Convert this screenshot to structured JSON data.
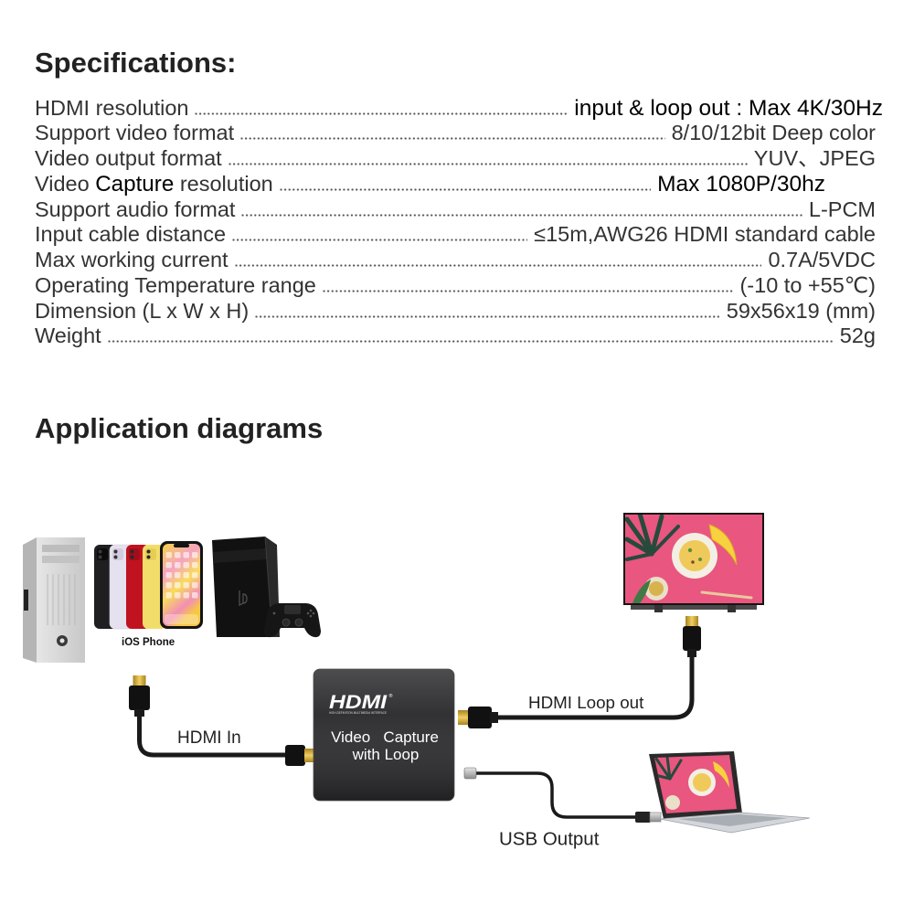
{
  "specifications": {
    "title": "Specifications:",
    "rows": [
      {
        "label": "HDMI resolution",
        "value": "input & loop out : Max 4K/30Hz"
      },
      {
        "label": "Support video format",
        "value": "8/10/12bit Deep color"
      },
      {
        "label": "Video output format",
        "value": "YUV、JPEG"
      },
      {
        "label_parts": [
          "Video",
          "Capture",
          "resolution"
        ],
        "value": "Max 1080P/30hz"
      },
      {
        "label": "Support audio format",
        "value": "L-PCM"
      },
      {
        "label": "Input cable distance",
        "value": "≤15m,AWG26 HDMI standard cable"
      },
      {
        "label": "Max working current",
        "value": "0.7A/5VDC"
      },
      {
        "label": "Operating Temperature range",
        "value": "(-10 to +55℃)"
      },
      {
        "label": "Dimension (L x W x H)",
        "value": "59x56x19 (mm)"
      },
      {
        "label": "Weight",
        "value": "52g"
      }
    ]
  },
  "application": {
    "title": "Application diagrams",
    "phone_label": "iOS Phone",
    "capture_device": {
      "logo": "HDMI",
      "logo_mark": "®",
      "logo_tagline": "HIGH-DEFINITION MULTIMEDIA INTERFACE",
      "line1": "Video   Capture",
      "line2": "with Loop"
    },
    "connections": {
      "hdmi_in": "HDMI In",
      "hdmi_loop_out": "HDMI Loop out",
      "usb_output": "USB Output"
    },
    "colors": {
      "capture_box": "#2b2b2d",
      "tv_screen": "#e9567f",
      "cable": "#1a1a1a"
    }
  }
}
